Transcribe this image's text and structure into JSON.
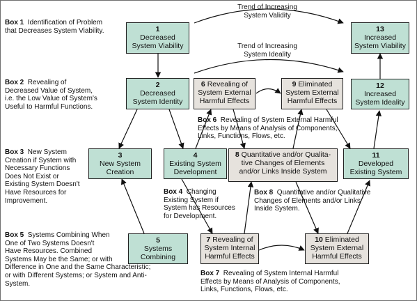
{
  "trends": {
    "validity": [
      "Trend of Increasing",
      "System Validity"
    ],
    "ideality": [
      "Trend of Increasing",
      "System Ideality"
    ]
  },
  "boxes": {
    "b1": {
      "num": "1",
      "label": [
        "Decreased",
        "System Viability"
      ]
    },
    "b2": {
      "num": "2",
      "label": [
        "Decreased",
        "System Identity"
      ]
    },
    "b3": {
      "num": "3",
      "label": [
        "New System",
        "Creation"
      ]
    },
    "b4": {
      "num": "4",
      "label": [
        "Existing System",
        "Development"
      ]
    },
    "b5": {
      "num": "5",
      "label": [
        "Systems",
        "Combining"
      ]
    },
    "b6": {
      "num": "6",
      "label": [
        "Revealing of",
        "System External",
        "Harmful Effects"
      ]
    },
    "b7": {
      "num": "7",
      "label": [
        "Revealing of",
        "System Internal",
        "Harmful Effects"
      ]
    },
    "b8": {
      "num": "8",
      "label": [
        "Quantitative and/or Qualita-",
        "tive Changes of Elements",
        "and/or Links Inside System"
      ]
    },
    "b9": {
      "num": "9",
      "label": [
        "Eliminated",
        "System External",
        "Harmful Effects"
      ]
    },
    "b10": {
      "num": "10",
      "label": [
        "Eliminated",
        "System External",
        "Harmful Effects"
      ]
    },
    "b11": {
      "num": "11",
      "label": [
        "Developed",
        "Existing System"
      ]
    },
    "b12": {
      "num": "12",
      "label": [
        "Increased",
        "System Ideality"
      ]
    },
    "b13": {
      "num": "13",
      "label": [
        "Increased",
        "System Viability"
      ]
    }
  },
  "notes": {
    "n1": {
      "head": "Box 1",
      "lines": [
        "Identification of Problem",
        "that Decreases System Viability."
      ]
    },
    "n2": {
      "head": "Box 2",
      "lines": [
        "Revealing of",
        "Decreased Value of System,",
        "i.e. the Low Value of System's",
        "Useful to Harmful Functions."
      ]
    },
    "n3": {
      "head": "Box 3",
      "lines": [
        "New System",
        "Creation if System with",
        "Necessary Functions",
        "Does Not Exist or",
        "Existing System Doesn't",
        "Have Resources for",
        "Improvement."
      ]
    },
    "n4": {
      "head": "Box 4",
      "lines": [
        "Changing",
        "Existing System if",
        "System has Resources",
        "for Development."
      ]
    },
    "n5": {
      "head": "Box 5",
      "lines": [
        "Systems Combining When",
        "One of Two Systems Doesn't",
        "Have Resources. Combined",
        "Systems May be the Same; or with",
        "Difference in One and the Same Characteristic;",
        "or with Different Systems; or System and Anti-",
        "System."
      ]
    },
    "n6": {
      "head": "Box 6",
      "lines": [
        "Revealing of System External Harmful",
        "Effects by Means of Analysis of Components,",
        "Links, Functions, Flows, etc."
      ]
    },
    "n7": {
      "head": "Box 7",
      "lines": [
        "Revealing of System Internal Harmful",
        "Effects by Means of Analysis of Components,",
        "Links, Functions, Flows, etc."
      ]
    },
    "n8": {
      "head": "Box 8",
      "lines": [
        "Quantitative and/or Qualitative",
        "Changes of Elements and/or Links",
        "Inside System."
      ]
    }
  }
}
